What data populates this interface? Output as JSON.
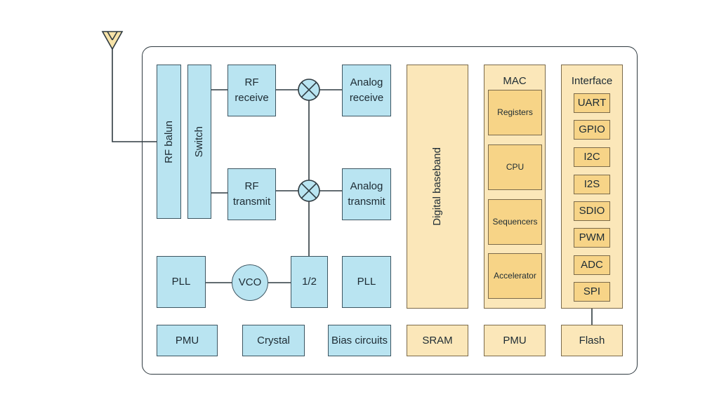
{
  "rf": {
    "balun": "RF balun",
    "switch": "Switch",
    "rf_receive": "RF receive",
    "rf_transmit": "RF transmit",
    "analog_receive": "Analog receive",
    "analog_transmit": "Analog transmit",
    "pll_left": "PLL",
    "vco": "VCO",
    "divider": "1/2",
    "pll_right": "PLL",
    "pmu": "PMU",
    "crystal": "Crystal",
    "bias": "Bias circuits"
  },
  "digital": {
    "baseband": "Digital baseband",
    "sram": "SRAM",
    "mac_title": "MAC",
    "mac_blocks": [
      "Registers",
      "CPU",
      "Sequencers",
      "Accelerator"
    ],
    "pmu": "PMU",
    "interface_title": "Interface",
    "interfaces": [
      "UART",
      "GPIO",
      "I2C",
      "I2S",
      "SDIO",
      "PWM",
      "ADC",
      "SPI"
    ],
    "flash": "Flash"
  },
  "colors": {
    "analog_fill": "#b9e4f1",
    "digital_fill": "#fbe7b9",
    "mac_block_fill": "#f7d487"
  }
}
